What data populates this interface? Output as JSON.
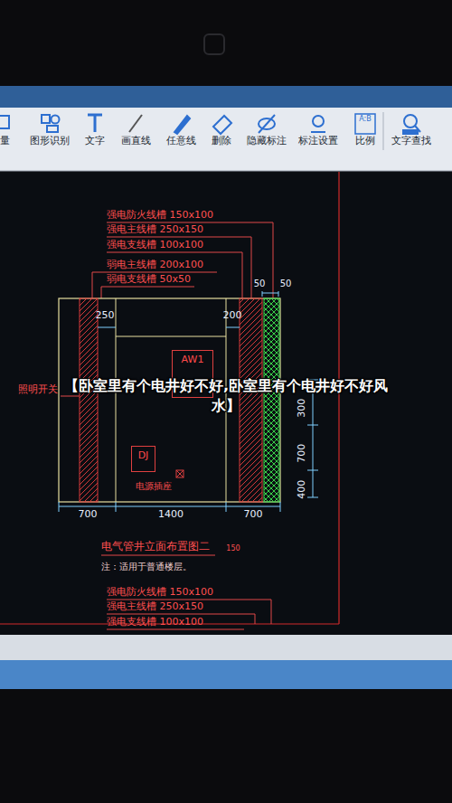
{
  "diagram": {
    "title": "【卧室里有个电井好不好,卧室里有个电井好不好风水】",
    "nodes": [
      {
        "text": [
          "AW1"
        ]
      },
      {
        "text": [
          "DJ"
        ]
      }
    ],
    "labels": [
      "量",
      "图形识别",
      "文字",
      "画直线",
      "任意线",
      "删除",
      "隐藏标注",
      "标注设置",
      "比例",
      "文字查找",
      "强电防火线槽 150x100",
      "强电主线槽 250x150",
      "强电支线槽 100x100",
      "弱电主线槽 200x100",
      "弱电支线槽 50x50",
      "50",
      "50",
      "250",
      "200",
      "照明开关",
      "电源插座",
      "300",
      "700",
      "400",
      "700",
      "1400",
      "700",
      "电气管井立面布置图二",
      "150",
      "注：适用于普通楼层。",
      "强电防火线槽 150x100",
      "强电主线槽 250x150",
      "强电支线槽 100x100",
      "A:B"
    ]
  }
}
